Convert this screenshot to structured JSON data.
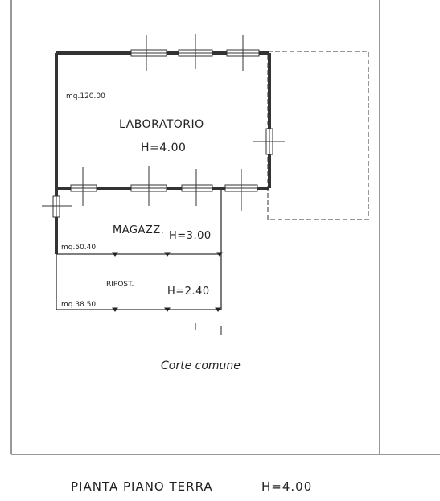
{
  "drawing": {
    "rooms": {
      "laboratorio": {
        "name": "LABORATORIO",
        "height": "H=4.00",
        "area": "mq.120.00"
      },
      "magazzino": {
        "name": "MAGAZZ.",
        "height": "H=3.00",
        "area": "mq.50.40"
      },
      "ripostiglio": {
        "name": "RIPOST.",
        "height": "H=2.40",
        "area": "mq.38.50"
      }
    },
    "courtyard": "Corte comune",
    "title": {
      "plan": "PIANTA PIANO TERRA",
      "height": "H=4.00"
    }
  }
}
